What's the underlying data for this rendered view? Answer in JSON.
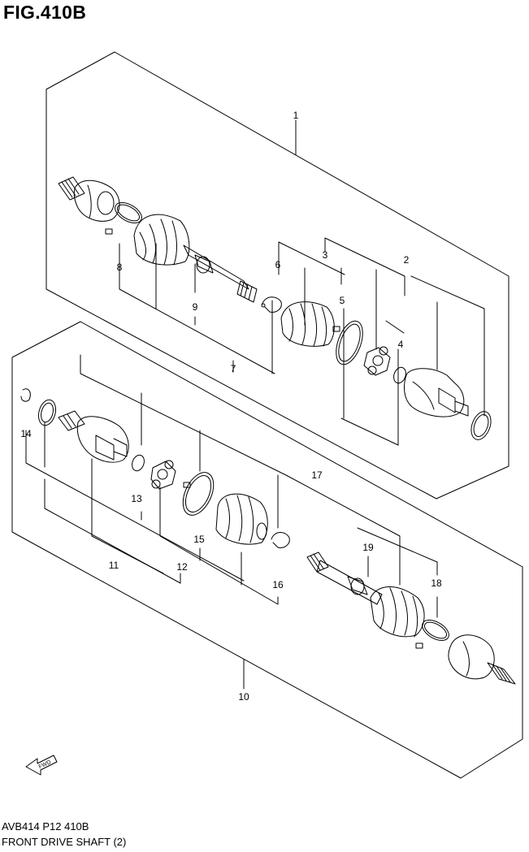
{
  "figure": {
    "title": "FIG.410B"
  },
  "callouts": [
    {
      "id": "c1",
      "label": "1"
    },
    {
      "id": "c2",
      "label": "2"
    },
    {
      "id": "c3",
      "label": "3"
    },
    {
      "id": "c4",
      "label": "4"
    },
    {
      "id": "c5",
      "label": "5"
    },
    {
      "id": "c6",
      "label": "6"
    },
    {
      "id": "c7",
      "label": "7"
    },
    {
      "id": "c8",
      "label": "8"
    },
    {
      "id": "c9",
      "label": "9"
    },
    {
      "id": "c10",
      "label": "10"
    },
    {
      "id": "c11",
      "label": "11"
    },
    {
      "id": "c12",
      "label": "12"
    },
    {
      "id": "c13",
      "label": "13"
    },
    {
      "id": "c14",
      "label": "14"
    },
    {
      "id": "c15",
      "label": "15"
    },
    {
      "id": "c16",
      "label": "16"
    },
    {
      "id": "c17",
      "label": "17"
    },
    {
      "id": "c18",
      "label": "18"
    },
    {
      "id": "c19",
      "label": "19"
    }
  ],
  "fwd_label": "FWD",
  "footer": {
    "code": "AVB414 P12 410B",
    "name": "FRONT DRIVE SHAFT (2)"
  }
}
